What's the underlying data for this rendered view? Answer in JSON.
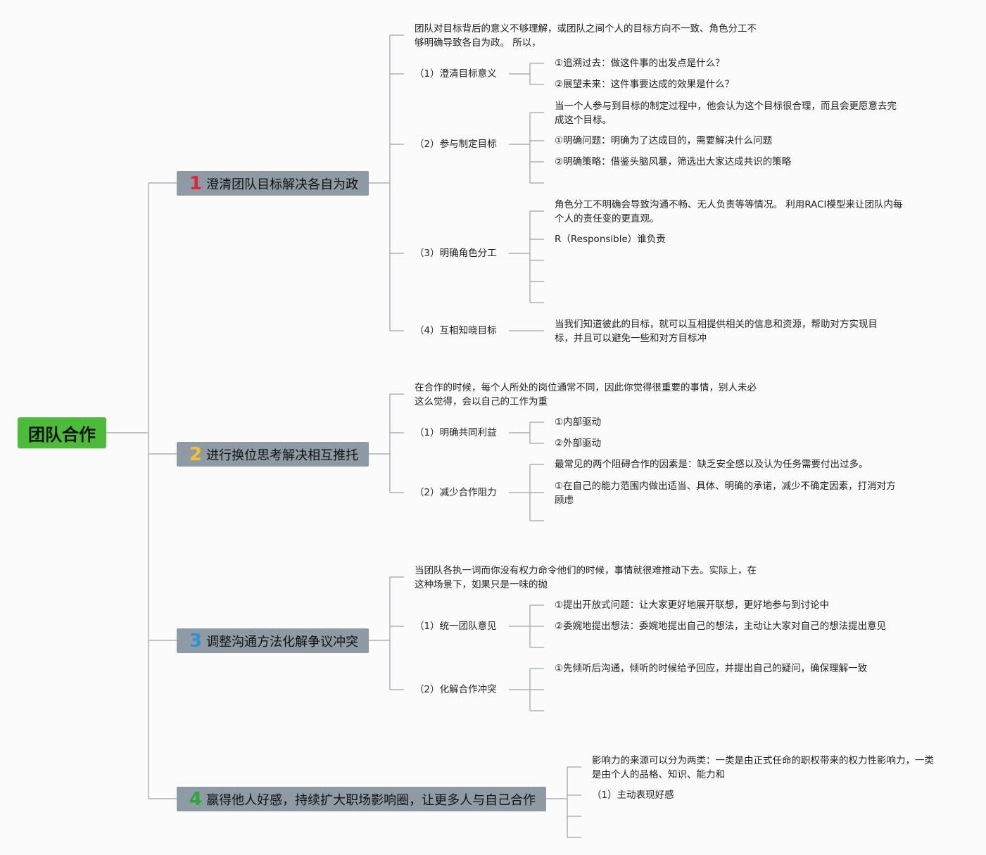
{
  "root": {
    "label": "团队合作"
  },
  "branches": [
    {
      "num": "1",
      "num_color": "#e0243a",
      "title": "澄清团队目标解决各自为政",
      "intro": "团队对目标背后的意义不够理解，或团队之间个人的目标方向不一致、角色分工不够明确导致各自为政。 所以，",
      "subs": [
        {
          "label": "（1）澄清目标意义",
          "leaves": [
            "①追溯过去：做这件事的出发点是什么？",
            "②展望未来：这件事要达成的效果是什么？"
          ]
        },
        {
          "label": "（2）参与制定目标",
          "leaves": [
            "当一个人参与到目标的制定过程中，他会认为这个目标很合理，而且会更愿意去完成这个目标。",
            "①明确问题：明确为了达成目的，需要解决什么问题",
            "②明确策略：借鉴头脑风暴，筛选出大家达成共识的策略"
          ]
        },
        {
          "label": "（3）明确角色分工",
          "leaves": [
            "角色分工不明确会导致沟通不畅、无人负责等等情况。 利用RACI模型来让团队内每个人的责任变的更直观。",
            "R（Responsible）谁负责",
            "",
            "",
            ""
          ]
        },
        {
          "label": "（4）互相知晓目标",
          "leaves": [
            "当我们知道彼此的目标，就可以互相提供相关的信息和资源，帮助对方实现目标，并且可以避免一些和对方目标冲"
          ]
        }
      ]
    },
    {
      "num": "2",
      "num_color": "#f2c12e",
      "title": "进行换位思考解决相互推托",
      "intro": "在合作的时候，每个人所处的岗位通常不同，因此你觉得很重要的事情，别人未必这么觉得，会以自己的工作为重",
      "subs": [
        {
          "label": "（1）明确共同利益",
          "leaves": [
            "①内部驱动",
            "②外部驱动"
          ]
        },
        {
          "label": "（2）减少合作阻力",
          "leaves": [
            "最常见的两个阻碍合作的因素是：缺乏安全感以及认为任务需要付出过多。",
            "①在自己的能力范围内做出适当、具体、明确的承诺，减少不确定因素，打消对方顾虑",
            ""
          ]
        }
      ]
    },
    {
      "num": "3",
      "num_color": "#2f8fd8",
      "title": "调整沟通方法化解争议冲突",
      "intro": "当团队各执一词而你没有权力命令他们的时候，事情就很难推动下去。实际上，在这种场景下，如果只是一味的抛",
      "subs": [
        {
          "label": "（1）统一团队意见",
          "leaves": [
            "①提出开放式问题：让大家更好地展开联想，更好地参与到讨论中",
            "②委婉地提出想法：委婉地提出自己的想法，主动让大家对自己的想法提出意见",
            ""
          ]
        },
        {
          "label": "（2）化解合作冲突",
          "leaves": [
            "①先倾听后沟通，倾听的时候给予回应，并提出自己的疑问，确保理解一致",
            "",
            ""
          ]
        }
      ]
    },
    {
      "num": "4",
      "num_color": "#2fa53a",
      "title": "赢得他人好感，持续扩大职场影响圈，让更多人与自己合作",
      "intro": "影响力的来源可以分为两类：一类是由正式任命的职权带来的权力性影响力，一类是由个人的品格、知识、能力和",
      "subs": [
        {
          "label": "（1）主动表现好感",
          "leaves": []
        }
      ],
      "extra_stubs": 2
    }
  ]
}
